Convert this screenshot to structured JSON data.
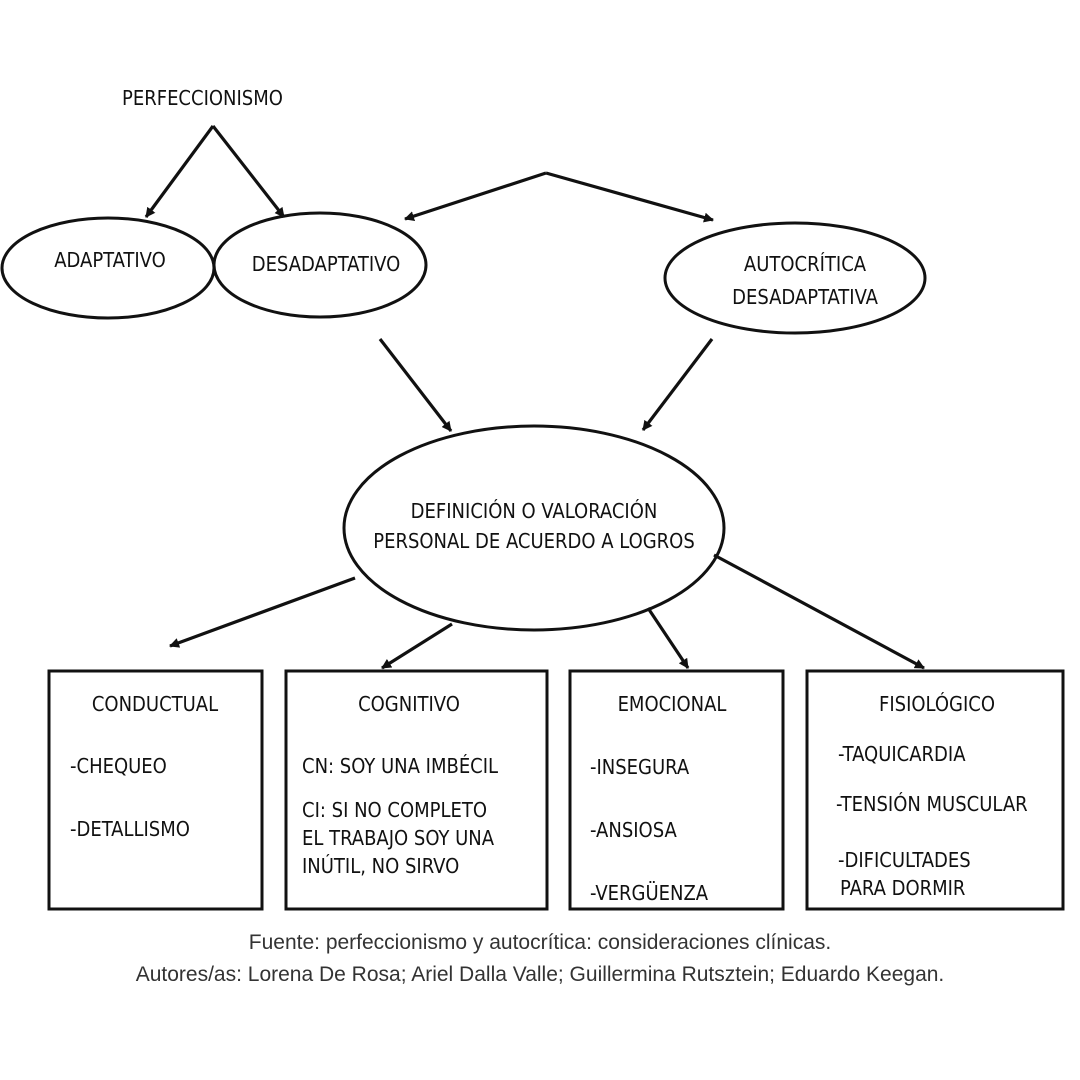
{
  "root": {
    "label": "PERFECCIONISMO"
  },
  "nodes": {
    "adaptativo": "ADAPTATIVO",
    "desadaptativo": "DESADAPTATIVO",
    "autocritica": [
      "AUTOCRÍTICA",
      "DESADAPTATIVA"
    ],
    "central": [
      "DEFINICIÓN O VALORACIÓN",
      "PERSONAL  DE ACUERDO A LOGROS"
    ]
  },
  "boxes": [
    {
      "title": "CONDUCTUAL",
      "items": [
        "-CHEQUEO",
        "-DETALLISMO"
      ]
    },
    {
      "title": "COGNITIVO",
      "items": [
        "CN: SOY UNA IMBÉCIL",
        "CI: SI NO COMPLETO",
        "EL TRABAJO SOY UNA",
        "INÚTIL, NO SIRVO"
      ]
    },
    {
      "title": "EMOCIONAL",
      "items": [
        "-INSEGURA",
        "-ANSIOSA",
        "-VERGÜENZA"
      ]
    },
    {
      "title": "FISIOLÓGICO",
      "items": [
        "-TAQUICARDIA",
        "-TENSIÓN MUSCULAR",
        "-DIFICULTADES",
        "PARA DORMIR"
      ]
    }
  ],
  "caption": {
    "line1": "Fuente: perfeccionismo y autocrítica: consideraciones clínicas.",
    "line2": "Autores/as: Lorena De Rosa; Ariel Dalla Valle; Guillermina Rutsztein; Eduardo Keegan."
  },
  "colors": {
    "stroke": "#111111",
    "text": "#111111",
    "caption": "#333333"
  }
}
